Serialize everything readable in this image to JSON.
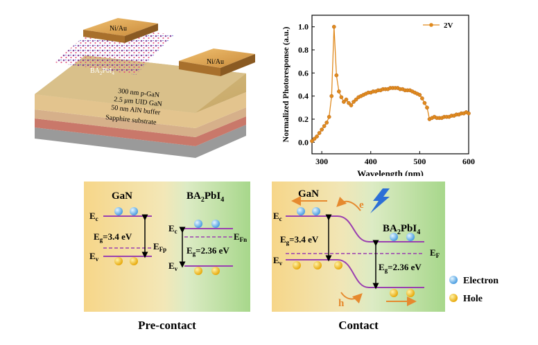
{
  "device": {
    "contact_top": "Ni/Au",
    "contact_bottom": "Ni/Au",
    "perovskite_base": "BA",
    "perovskite_sub1": "2",
    "perovskite_mid": "PbI",
    "perovskite_sub2": "4",
    "layers": [
      "300 nm p-GaN",
      "2.5 μm UID GaN",
      "50 nm AlN buffer",
      "Sapphire substrate"
    ]
  },
  "chart_data": {
    "type": "line",
    "xlabel": "Wavelength (nm)",
    "ylabel": "Normalized Photoresponse (a.u.)",
    "xlim": [
      280,
      600
    ],
    "ylim": [
      -0.1,
      1.1
    ],
    "xticks": [
      300,
      400,
      500,
      600
    ],
    "yticks": [
      0.0,
      0.2,
      0.4,
      0.6,
      0.8,
      1.0
    ],
    "legend_position": "top-right",
    "series": [
      {
        "name": "2V",
        "x": [
          280,
          285,
          290,
          295,
          300,
          305,
          310,
          315,
          320,
          325,
          330,
          335,
          340,
          345,
          350,
          355,
          360,
          365,
          370,
          375,
          380,
          385,
          390,
          395,
          400,
          405,
          410,
          415,
          420,
          425,
          430,
          435,
          440,
          445,
          450,
          455,
          460,
          465,
          470,
          475,
          480,
          485,
          490,
          495,
          500,
          505,
          510,
          515,
          520,
          525,
          530,
          535,
          540,
          545,
          550,
          555,
          560,
          565,
          570,
          575,
          580,
          585,
          590,
          595,
          600
        ],
        "y": [
          0.01,
          0.03,
          0.05,
          0.08,
          0.11,
          0.14,
          0.17,
          0.22,
          0.4,
          1.0,
          0.58,
          0.44,
          0.39,
          0.35,
          0.37,
          0.34,
          0.32,
          0.35,
          0.37,
          0.39,
          0.4,
          0.41,
          0.42,
          0.43,
          0.43,
          0.44,
          0.44,
          0.45,
          0.45,
          0.46,
          0.46,
          0.46,
          0.47,
          0.47,
          0.47,
          0.47,
          0.46,
          0.46,
          0.45,
          0.45,
          0.45,
          0.44,
          0.43,
          0.42,
          0.41,
          0.38,
          0.34,
          0.3,
          0.2,
          0.21,
          0.22,
          0.21,
          0.21,
          0.21,
          0.22,
          0.22,
          0.22,
          0.23,
          0.23,
          0.24,
          0.24,
          0.25,
          0.25,
          0.26,
          0.25
        ]
      }
    ]
  },
  "band": {
    "pre_caption": "Pre-contact",
    "contact_caption": "Contact",
    "gan": "GaN",
    "ba_base": "BA",
    "ba_sub1": "2",
    "ba_mid": "PbI",
    "ba_sub2": "4",
    "ec_main": "E",
    "ec_sub": "c",
    "ev_main": "E",
    "ev_sub": "v",
    "eg_main": "E",
    "eg_sub": "g",
    "eg_gan_val": "=3.4 eV",
    "eg_ba_val": "=2.36 eV",
    "efp_main": "E",
    "efp_sub": "Fp",
    "efn_main": "E",
    "efn_sub": "Fn",
    "ef_main": "E",
    "ef_sub": "F",
    "e_label": "e",
    "h_label": "h"
  },
  "legend": {
    "electron": "Electron",
    "hole": "Hole"
  },
  "colors": {
    "band_line": "#9a3fb0",
    "marker": "#e08a1e",
    "arrow_orange": "#e6892e",
    "lightning": "#2c6fd6",
    "electron": "#5aaee8",
    "hole": "#f5b800",
    "gan_bg": "#f7d58a",
    "ba_bg": "#a8d88c"
  }
}
